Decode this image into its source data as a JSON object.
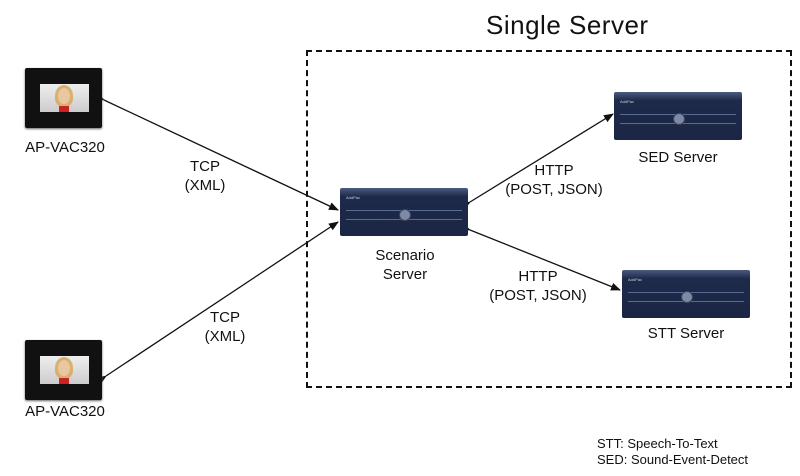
{
  "title": "Single  Server",
  "devices": [
    {
      "label": "AP-VAC320",
      "icon": "video-intercom-icon"
    },
    {
      "label": "AP-VAC320",
      "icon": "video-intercom-icon"
    }
  ],
  "servers": {
    "scenario": {
      "line1": "Scenario",
      "line2": "Server"
    },
    "sed": {
      "label": "SED Server"
    },
    "stt": {
      "label": "STT Server"
    }
  },
  "connections": {
    "tcp_top": {
      "line1": "TCP",
      "line2": "(XML)"
    },
    "tcp_bottom": {
      "line1": "TCP",
      "line2": "(XML)"
    },
    "http_sed": {
      "line1": "HTTP",
      "line2": "(POST, JSON)"
    },
    "http_stt": {
      "line1": "HTTP",
      "line2": "(POST, JSON)"
    }
  },
  "legend": [
    "STT: Speech-To-Text",
    "SED: Sound-Event-Detect"
  ]
}
